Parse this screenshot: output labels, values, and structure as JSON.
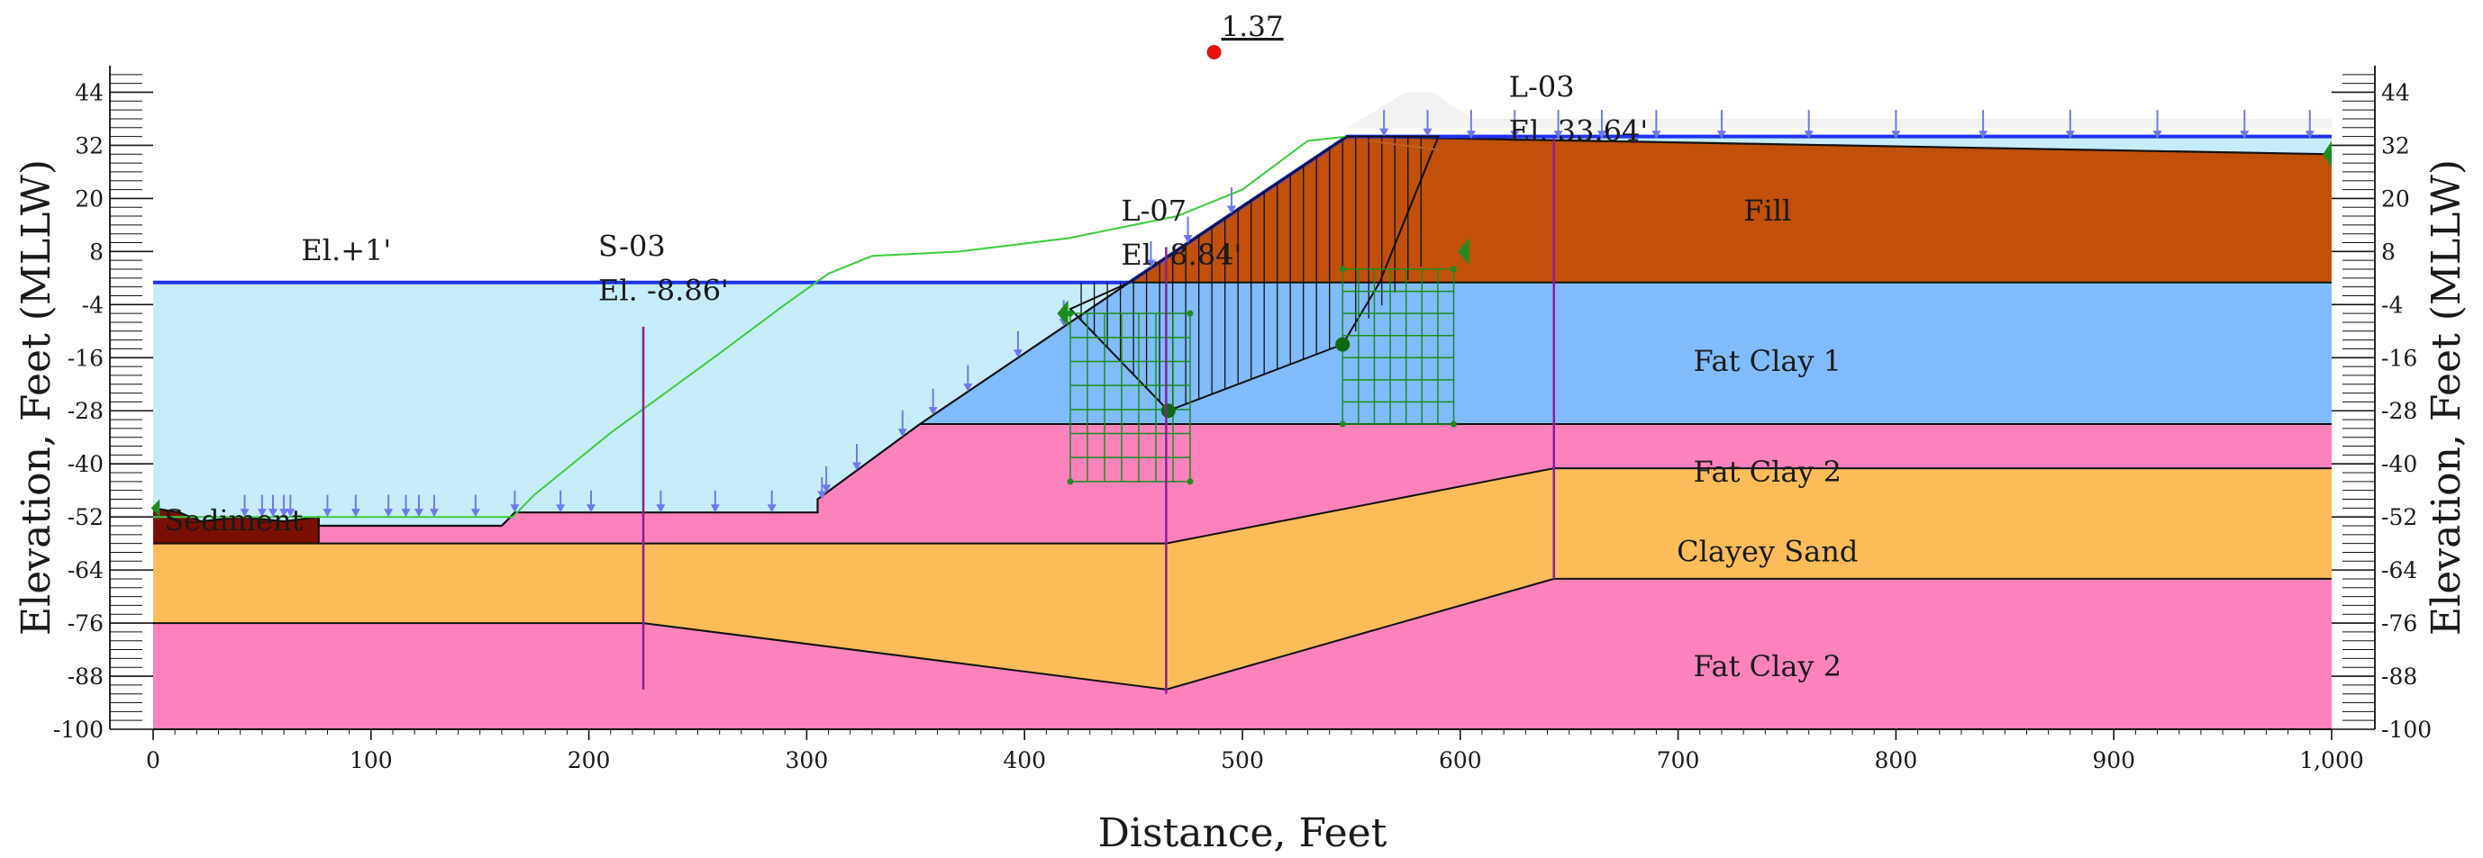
{
  "chart_data": {
    "type": "slope-stability-cross-section",
    "xlabel": "Distance, Feet",
    "ylabel_left": "Elevation, Feet (MLLW)",
    "ylabel_right": "Elevation, Feet (MLLW)",
    "xlim": [
      0,
      1000
    ],
    "ylim": [
      -100,
      50
    ],
    "x_ticks": [
      0,
      100,
      200,
      300,
      400,
      500,
      600,
      700,
      800,
      900,
      1000
    ],
    "x_tick_labels": [
      "0",
      "100",
      "200",
      "300",
      "400",
      "500",
      "600",
      "700",
      "800",
      "900",
      "1,000"
    ],
    "y_ticks": [
      44,
      32,
      20,
      8,
      -4,
      -16,
      -28,
      -40,
      -52,
      -64,
      -76,
      -88,
      -100
    ],
    "factor_of_safety": {
      "label": "1.37",
      "x": 487,
      "y": 47
    },
    "water": {
      "label": "El.+1'",
      "level": 1,
      "label_x": 68,
      "label_y": 6
    },
    "soil_layers": [
      {
        "name": "Fill",
        "color": "#c0500a",
        "label_x": 741,
        "label_y": 15
      },
      {
        "name": "Fat Clay 1",
        "color": "#80bcfc",
        "label_x": 741,
        "label_y": -19
      },
      {
        "name": "Fat Clay 2",
        "color": "#fc82bc",
        "label_x": 741,
        "label_y": -44
      },
      {
        "name": "Clayey Sand",
        "color": "#fcbc5a",
        "label_x": 741,
        "label_y": -62
      },
      {
        "name": "Fat Clay 2",
        "color": "#fc82bc",
        "label_x": 741,
        "label_y": -88
      },
      {
        "name": "Sediment",
        "color": "#7a1004",
        "label_x": 5,
        "label_y": -55
      }
    ],
    "borings": [
      {
        "name": "S-03",
        "elevation_label": "El. -8.86'",
        "x": 225,
        "top": -9,
        "bottom": -91,
        "name_y": 7,
        "el_y": -3
      },
      {
        "name": "L-07",
        "elevation_label": "El. 8.84'",
        "x": 465,
        "top": 9,
        "bottom": -92,
        "name_y": 15,
        "el_y": 5
      },
      {
        "name": "L-03",
        "elevation_label": "El. 33.64'",
        "x": 643,
        "top": 33.6,
        "bottom": -66,
        "name_y": 43,
        "el_y": 33
      }
    ],
    "grid_boxes": [
      {
        "x": [
          421,
          476
        ],
        "y": [
          -44,
          -6
        ]
      },
      {
        "x": [
          546,
          597
        ],
        "y": [
          -31,
          4
        ]
      }
    ],
    "colors": {
      "water": "#c6ecfa",
      "phreatic_line": "#1e32f0",
      "load_arrow": "#6e78f0",
      "slip_circle": "#3ccc3c",
      "boring_line": "#8c1e96",
      "grid": "#1e8c1e",
      "sediment": "#7a1004",
      "factor_dot": "#e81010"
    }
  }
}
